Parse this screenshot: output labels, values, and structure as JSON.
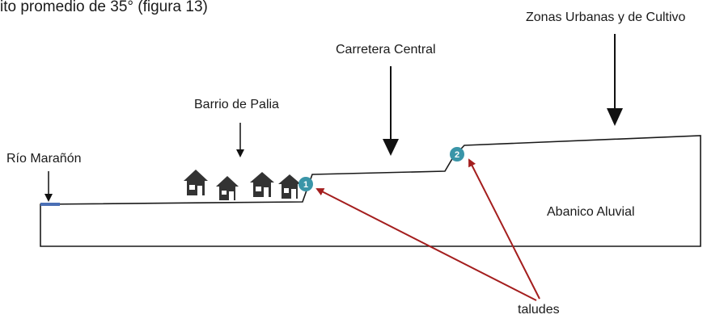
{
  "top_text": "ito promedio de 35° (figura 13)",
  "labels": {
    "zonas": "Zonas Urbanas y de Cultivo",
    "carretera": "Carretera Central",
    "barrio": "Barrio de Palia",
    "rio": "Río Marañón",
    "abanico": "Abanico Aluvial",
    "taludes": "taludes"
  },
  "markers": [
    {
      "id": "1",
      "label": "1"
    },
    {
      "id": "2",
      "label": "2"
    }
  ],
  "colors": {
    "marker": "#3a95a8",
    "arrow_red": "#a41e1e",
    "river": "#4a6fb5"
  }
}
